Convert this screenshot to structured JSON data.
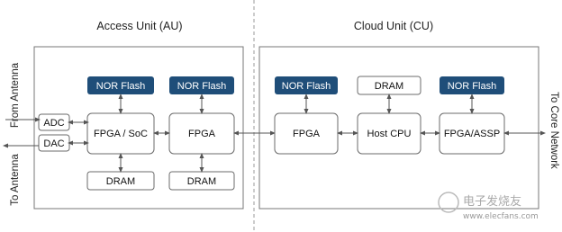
{
  "sections": {
    "access_unit_title": "Access Unit (AU)",
    "cloud_unit_title": "Cloud Unit (CU)"
  },
  "side_labels": {
    "from_antenna": "From Antenna",
    "to_antenna": "To Antenna",
    "to_core_network": "To Core Network"
  },
  "au": {
    "adc": "ADC",
    "dac": "DAC",
    "nor_flash_1": "NOR Flash",
    "nor_flash_2": "NOR Flash",
    "fpga_soc": "FPGA / SoC",
    "fpga": "FPGA",
    "dram_1": "DRAM",
    "dram_2": "DRAM"
  },
  "cu": {
    "nor_flash_1": "NOR Flash",
    "dram": "DRAM",
    "nor_flash_2": "NOR Flash",
    "fpga": "FPGA",
    "host_cpu": "Host CPU",
    "fpga_assp": "FPGA/ASSP"
  },
  "watermark": {
    "cn": "电子发烧友",
    "url": "www.elecfans.com"
  },
  "colors": {
    "nor_flash_fill": "#1f4e79",
    "box_stroke": "#6b6b6b",
    "divider": "#999999"
  }
}
